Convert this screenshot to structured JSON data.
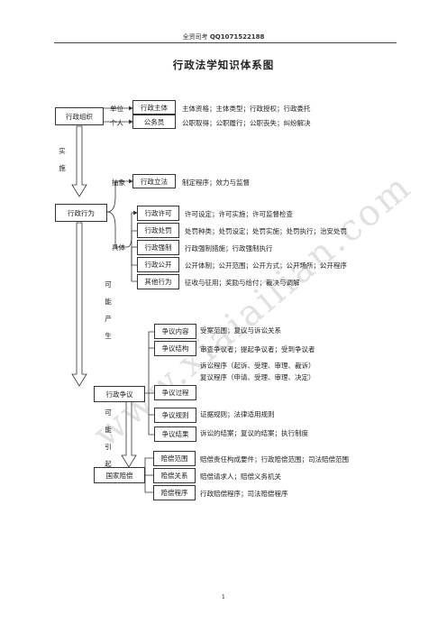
{
  "header": {
    "prefix": "全资司考",
    "qq": "QQ1071522188"
  },
  "title": "行政法学知识体系图",
  "watermark": "www.xiaiailian.com",
  "page_number": "1",
  "nodes": {
    "org": "行政组织",
    "act": "行政行为",
    "dispute": "行政争议",
    "comp": "国家赔偿"
  },
  "connectors": {
    "unit": "单位",
    "person": "个人",
    "abstract": "抽象",
    "concrete": "具体",
    "implement": [
      "实",
      "施"
    ],
    "may_produce": [
      "可",
      "能",
      "产",
      "生"
    ],
    "may_cause": [
      "可",
      "能",
      "引",
      "起"
    ]
  },
  "org_rows": [
    {
      "box": "行政主体",
      "text": "主体资格；主体类型；行政授权；行政委托"
    },
    {
      "box": "公务员",
      "text": "公职取得；公职履行；公职丧失；纠纷解决"
    }
  ],
  "abstract_row": {
    "box": "行政立法",
    "text": "制定程序；效力与监督"
  },
  "concrete_rows": [
    {
      "box": "行政许可",
      "text": "许可设定；许可实施；许可监督检查"
    },
    {
      "box": "行政处罚",
      "text": "处罚种类；处罚设定；处罚实施；处罚执行；治安处罚"
    },
    {
      "box": "行政强制",
      "text": "行政强制措施；行政强制执行"
    },
    {
      "box": "行政公开",
      "text": "公开体制；公开范围；公开方式；公开场所；公开程序"
    },
    {
      "box": "其他行为",
      "text": "征收与征用；奖励与给付；裁决与调解"
    }
  ],
  "dispute_rows": [
    {
      "box": "争议内容",
      "text": "受案范围；复议与诉讼关系"
    },
    {
      "box": "争议结构",
      "text": "审查争议者；提起争议者；受到争议者"
    },
    {
      "box": "争议过程",
      "text1": "诉讼程序（起诉、受理、审理、裁诉）",
      "text2": "复议程序（申请、受理、审理、决定）"
    },
    {
      "box": "争议规则",
      "text": "证据规则；法律适用规则"
    },
    {
      "box": "争议结果",
      "text": "诉讼的结案；复议的结案；执行制度"
    }
  ],
  "comp_rows": [
    {
      "box": "赔偿范围",
      "text": "赔偿责任构成要件；行政赔偿范围；司法赔偿范围"
    },
    {
      "box": "赔偿关系",
      "text": "赔偿请求人；赔偿义务机关"
    },
    {
      "box": "赔偿程序",
      "text": "行政赔偿程序；司法赔偿程序"
    }
  ]
}
